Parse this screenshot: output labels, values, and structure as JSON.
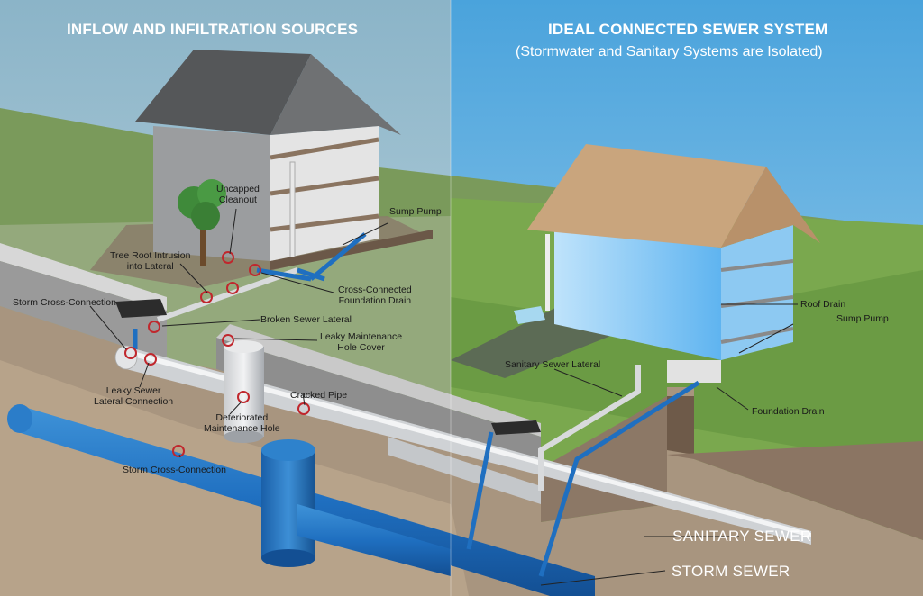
{
  "headings": {
    "left_title": "INFLOW AND INFILTRATION SOURCES",
    "right_title": "IDEAL CONNECTED SEWER SYSTEM",
    "right_subtitle": "(Stormwater and Sanitary Systems are Isolated)"
  },
  "left_labels": {
    "uncapped_cleanout": [
      "Uncapped",
      "Cleanout"
    ],
    "sump_pump": "Sump Pump",
    "tree_root": [
      "Tree Root Intrusion",
      "into Lateral"
    ],
    "storm_cross_top": "Storm Cross-Connection",
    "cross_connected": [
      "Cross-Connected",
      "Foundation Drain"
    ],
    "broken_lateral": "Broken Sewer Lateral",
    "leaky_cover": [
      "Leaky Maintenance",
      "Hole Cover"
    ],
    "leaky_lateral": [
      "Leaky Sewer",
      "Lateral Connection"
    ],
    "cracked_pipe": "Cracked Pipe",
    "deteriorated": [
      "Deteriorated",
      "Maintenance Hole"
    ],
    "storm_cross_bottom": "Storm Cross-Connection"
  },
  "right_labels": {
    "roof_drain": "Roof Drain",
    "sump_pump": "Sump Pump",
    "sanitary_lateral": "Sanitary Sewer Lateral",
    "foundation_drain": "Foundation Drain"
  },
  "pipe_labels": {
    "sanitary": "SANITARY SEWER",
    "storm": "STORM SEWER"
  },
  "colors": {
    "storm_blue": "#1f6fc0",
    "sanitary_grey": "#d6d8da",
    "problem_marker": "#c0272d",
    "soil": "#a8957f",
    "grass": "#6f9a4a"
  }
}
